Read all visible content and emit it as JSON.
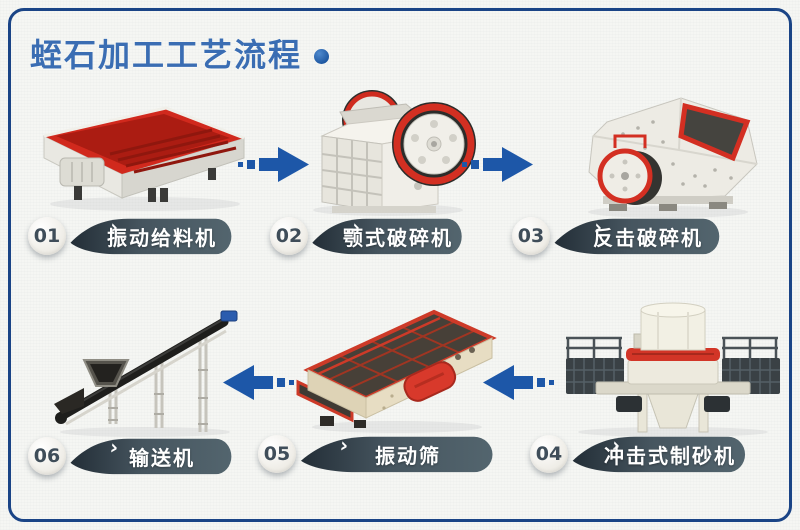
{
  "page": {
    "title": "蛭石加工工艺流程",
    "chevron": "›"
  },
  "colors": {
    "frame_border": "#1a4486",
    "title_blue": "#3a6db3",
    "arrow_blue": "#1d57a8",
    "label_dark": "#25313c",
    "label_light": "#54676f",
    "machine_red": "#d1291d",
    "machine_white": "#edebe4",
    "screen_cream": "#e7ddc3",
    "badge_text": "#3f4d59"
  },
  "arrows": {
    "top_row_direction": "right",
    "bottom_row_direction": "left"
  },
  "steps": [
    {
      "step": "01",
      "label": "振动给料机",
      "machine": "vibrating-feeder"
    },
    {
      "step": "02",
      "label": "颚式破碎机",
      "machine": "jaw-crusher"
    },
    {
      "step": "03",
      "label": "反击破碎机",
      "machine": "impact-crusher"
    },
    {
      "step": "04",
      "label": "冲击式制砂机",
      "machine": "impact-sand-making-machine"
    },
    {
      "step": "05",
      "label": "振动筛",
      "machine": "vibrating-screen"
    },
    {
      "step": "06",
      "label": "输送机",
      "machine": "belt-conveyor"
    }
  ]
}
